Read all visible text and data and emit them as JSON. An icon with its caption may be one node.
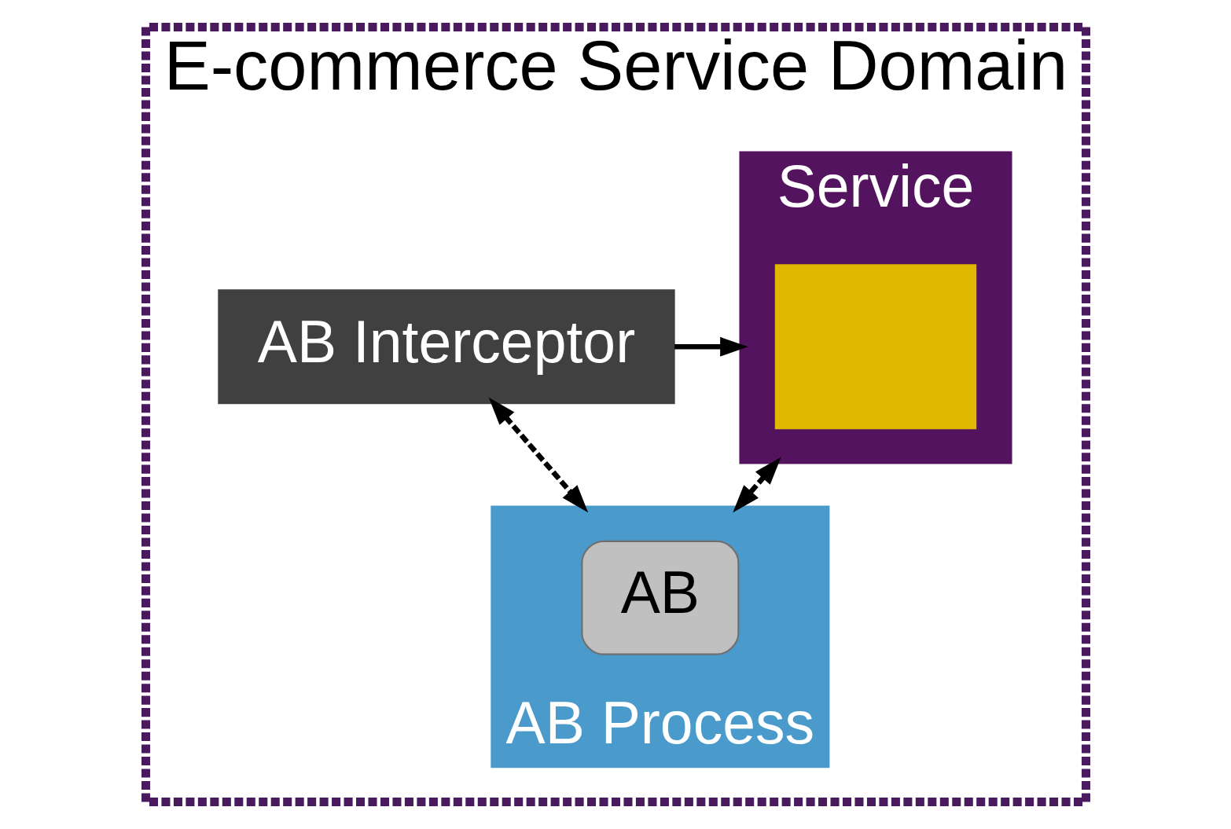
{
  "diagram": {
    "nodes": [
      {
        "text": [
          "E-commerce Service Domain"
        ]
      },
      {
        "text": [
          "AB Interceptor"
        ],
        "in": 0
      },
      {
        "text": [
          "Service"
        ],
        "in": 0
      },
      {
        "text": [],
        "shape": "box",
        "in": 2
      },
      {
        "text": [
          "AB Process"
        ],
        "in": 0
      },
      {
        "text": [
          "AB"
        ],
        "in": 4
      }
    ],
    "edges": [
      {
        "from": 1,
        "to": 2,
        "arrow": "to"
      },
      {
        "from": 1,
        "to": 4,
        "arrow": "both",
        "style": "dashed"
      },
      {
        "from": 2,
        "to": 4,
        "arrow": "both",
        "style": "dashed"
      }
    ]
  }
}
